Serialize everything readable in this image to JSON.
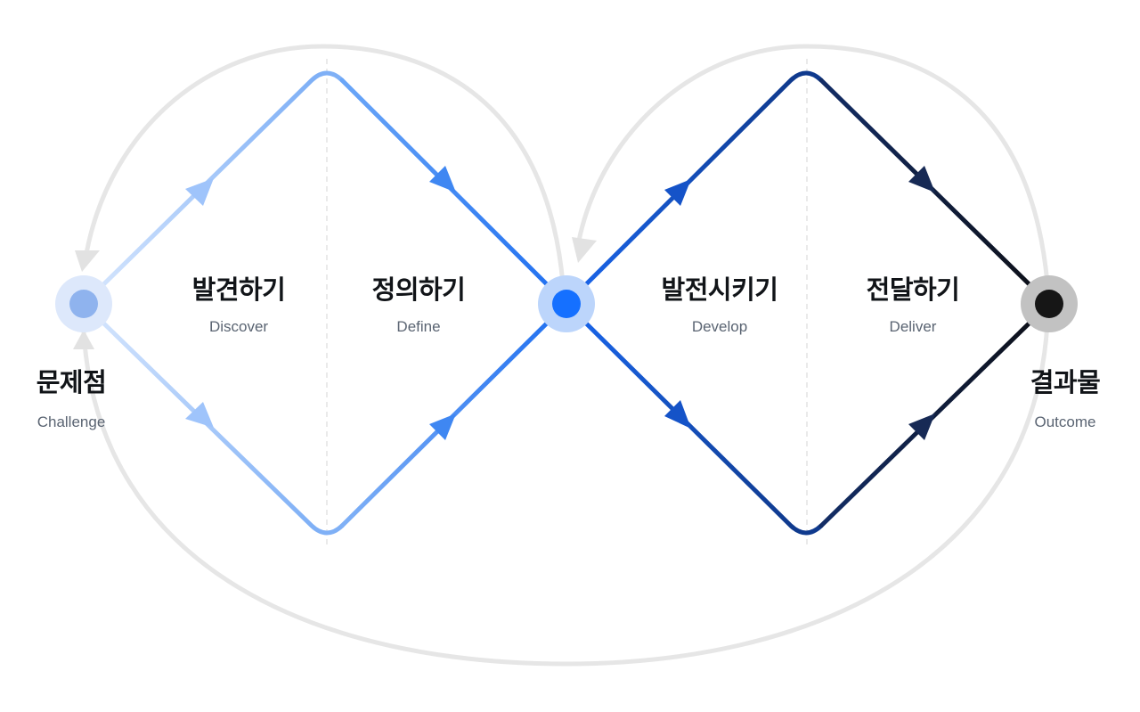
{
  "colors": {
    "loop": "#e6e6e6",
    "divider": "#e3e3e3",
    "discover_start": "#c9defc",
    "discover_end": "#7fb0f6",
    "define": "#3a86f0",
    "develop": "#1a5fd6",
    "deliver": "#121a2c",
    "challenge_node": "#8fb3ee",
    "center_node": "#1570ff",
    "outcome_node": "#161616"
  },
  "nodes": {
    "challenge": {
      "ko": "문제점",
      "en": "Challenge"
    },
    "outcome": {
      "ko": "결과물",
      "en": "Outcome"
    }
  },
  "phases": [
    {
      "ko": "발견하기",
      "en": "Discover"
    },
    {
      "ko": "정의하기",
      "en": "Define"
    },
    {
      "ko": "발전시키기",
      "en": "Develop"
    },
    {
      "ko": "전달하기",
      "en": "Deliver"
    }
  ]
}
